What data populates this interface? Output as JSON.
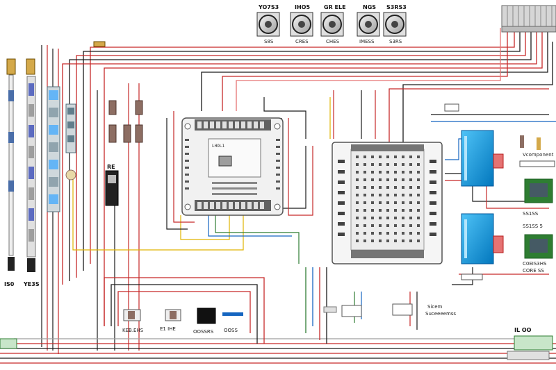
{
  "top_labels": [
    "YO7S3",
    "IHO5",
    "GR ELE",
    "NGS",
    "S3RS3"
  ],
  "speaker_labels": [
    "S8S",
    "CRES",
    "CHES",
    "IMESS",
    "S3RS"
  ],
  "left_labels": [
    "IS0",
    "YE3S"
  ],
  "chip_title": "LHOL1",
  "relay_label": "RE",
  "bottom_component_labels": [
    "KEB.EHS",
    "E1 IHE",
    "OOSSRS",
    "OOSS"
  ],
  "right_module_labels": [
    "Vcomponent",
    "SS1SS",
    "SS1SS 5",
    "C0EIS3HS",
    "CORE SS"
  ],
  "bottom_mid_labels": [
    "Sicem",
    "Suceeeemss"
  ],
  "bottom_right_label": "IL OO",
  "colors": {
    "red": "#c62828",
    "black": "#1a1a1a",
    "blue": "#1565c0",
    "yellow": "#e0b400",
    "green": "#2e7d32",
    "gray": "#9e9e9e",
    "pink": "#e57373"
  }
}
